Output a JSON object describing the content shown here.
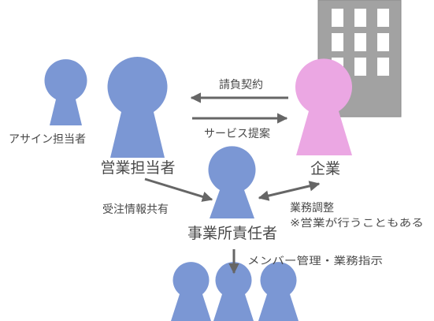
{
  "colors": {
    "person": "#7b97d4",
    "client": "#eba7e3",
    "building": "#a2a2a2",
    "building_stroke": "#8a8a8a",
    "window": "#ffffff",
    "arrow": "#666666",
    "text": "#4a4a4a"
  },
  "labels": {
    "assign_person": "アサイン担当者",
    "sales_person": "営業担当者",
    "client": "企業",
    "manager": "事業所責任者",
    "contract": "請負契約",
    "service_proposal": "サービス提案",
    "order_share": "受注情報共有",
    "coordination": "業務調整",
    "coordination_note": "※営業が行うこともある",
    "member_management": "メンバー管理・業務指示"
  },
  "icons": {
    "building": "office-building-icon",
    "person": "person-icon"
  }
}
